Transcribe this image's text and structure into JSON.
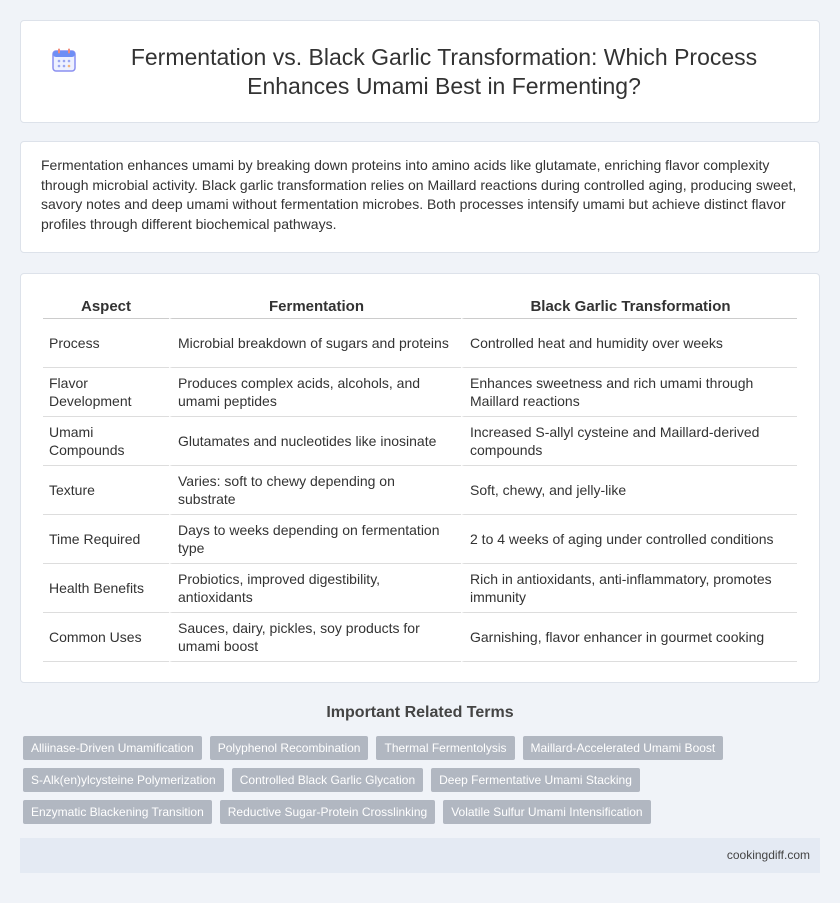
{
  "header": {
    "title": "Fermentation vs. Black Garlic Transformation: Which Process Enhances Umami Best in Fermenting?",
    "icon": "calendar-icon"
  },
  "summary": "Fermentation enhances umami by breaking down proteins into amino acids like glutamate, enriching flavor complexity through microbial activity. Black garlic transformation relies on Maillard reactions during controlled aging, producing sweet, savory notes and deep umami without fermentation microbes. Both processes intensify umami but achieve distinct flavor profiles through different biochemical pathways.",
  "table": {
    "headers": [
      "Aspect",
      "Fermentation",
      "Black Garlic Transformation"
    ],
    "rows": [
      [
        "Process",
        "Microbial breakdown of sugars and proteins",
        "Controlled heat and humidity over weeks"
      ],
      [
        "Flavor Development",
        "Produces complex acids, alcohols, and umami peptides",
        "Enhances sweetness and rich umami through Maillard reactions"
      ],
      [
        "Umami Compounds",
        "Glutamates and nucleotides like inosinate",
        "Increased S-allyl cysteine and Maillard-derived compounds"
      ],
      [
        "Texture",
        "Varies: soft to chewy depending on substrate",
        "Soft, chewy, and jelly-like"
      ],
      [
        "Time Required",
        "Days to weeks depending on fermentation type",
        "2 to 4 weeks of aging under controlled conditions"
      ],
      [
        "Health Benefits",
        "Probiotics, improved digestibility, antioxidants",
        "Rich in antioxidants, anti-inflammatory, promotes immunity"
      ],
      [
        "Common Uses",
        "Sauces, dairy, pickles, soy products for umami boost",
        "Garnishing, flavor enhancer in gourmet cooking"
      ]
    ]
  },
  "related": {
    "heading": "Important Related Terms",
    "rows": [
      [
        "Alliinase-Driven Umamification",
        "Polyphenol Recombination",
        "Thermal Fermentolysis",
        "Maillard-Accelerated Umami Boost"
      ],
      [
        "S-Alk(en)ylcysteine Polymerization",
        "Controlled Black Garlic Glycation",
        "Deep Fermentative Umami Stacking"
      ],
      [
        "Enzymatic Blackening Transition",
        "Reductive Sugar-Protein Crosslinking",
        "Volatile Sulfur Umami Intensification"
      ]
    ]
  },
  "footer": {
    "site": "cookingdiff.com"
  }
}
